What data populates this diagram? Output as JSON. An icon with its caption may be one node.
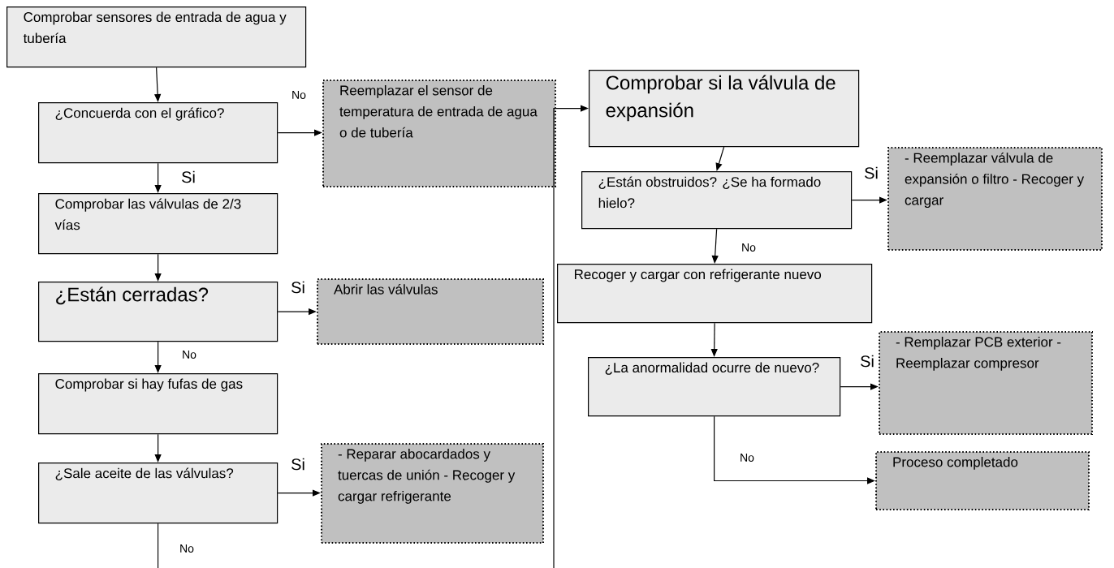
{
  "diagram": {
    "nodes": [
      {
        "text": [
          "Comprobar sensores de entrada de agua y tubería"
        ]
      },
      {
        "text": [
          "¿Concuerda con el gráfico?"
        ]
      },
      {
        "text": [
          "Reemplazar el sensor de temperatura de entrada de agua o de tubería"
        ]
      },
      {
        "text": [
          "Comprobar las válvulas de 2/3 vías"
        ]
      },
      {
        "text": [
          "¿Están cerradas?"
        ]
      },
      {
        "text": [
          "Abrir las válvulas"
        ]
      },
      {
        "text": [
          "Comprobar si hay fufas de gas"
        ]
      },
      {
        "text": [
          "¿Sale aceite de las válvulas?"
        ]
      },
      {
        "text": [
          "- Reparar abocardados y tuercas de unión - Recoger y cargar refrigerante"
        ]
      },
      {
        "text": [
          "Comprobar si la válvula de expansión"
        ]
      },
      {
        "text": [
          "¿Están obstruidos? ¿Se ha formado hielo?"
        ]
      },
      {
        "text": [
          "- Reemplazar válvula de expansión o filtro - Recoger y cargar"
        ]
      },
      {
        "text": [
          "Recoger y cargar con refrigerante nuevo"
        ]
      },
      {
        "text": [
          "¿La anormalidad ocurre de nuevo?"
        ]
      },
      {
        "text": [
          "- Remplazar PCB exterior - Reemplazar compresor"
        ]
      },
      {
        "text": [
          "Proceso completado"
        ]
      }
    ],
    "edges": [
      {
        "from": 0,
        "to": 1,
        "arrow": "to"
      },
      {
        "from": 1,
        "to": 2,
        "arrow": "to",
        "label": "No"
      },
      {
        "from": 1,
        "to": 3,
        "arrow": "to",
        "label": "Si"
      },
      {
        "from": 3,
        "to": 4,
        "arrow": "to"
      },
      {
        "from": 4,
        "to": 5,
        "arrow": "to",
        "label": "Si"
      },
      {
        "from": 4,
        "to": 6,
        "arrow": "to",
        "label": "No"
      },
      {
        "from": 6,
        "to": 7,
        "arrow": "to"
      },
      {
        "from": 7,
        "to": 8,
        "arrow": "to",
        "label": "Si"
      },
      {
        "from": 7,
        "to": null,
        "arrow": "none",
        "label": "No"
      },
      {
        "from": null,
        "to": 9,
        "arrow": "to"
      },
      {
        "from": 9,
        "to": 10,
        "arrow": "to"
      },
      {
        "from": 10,
        "to": 11,
        "arrow": "to",
        "label": "Si"
      },
      {
        "from": 10,
        "to": 12,
        "arrow": "to",
        "label": "No"
      },
      {
        "from": 12,
        "to": 13,
        "arrow": "to"
      },
      {
        "from": 13,
        "to": 14,
        "arrow": "to",
        "label": "Si"
      },
      {
        "from": 13,
        "to": 15,
        "arrow": "to",
        "label": "No"
      }
    ]
  }
}
